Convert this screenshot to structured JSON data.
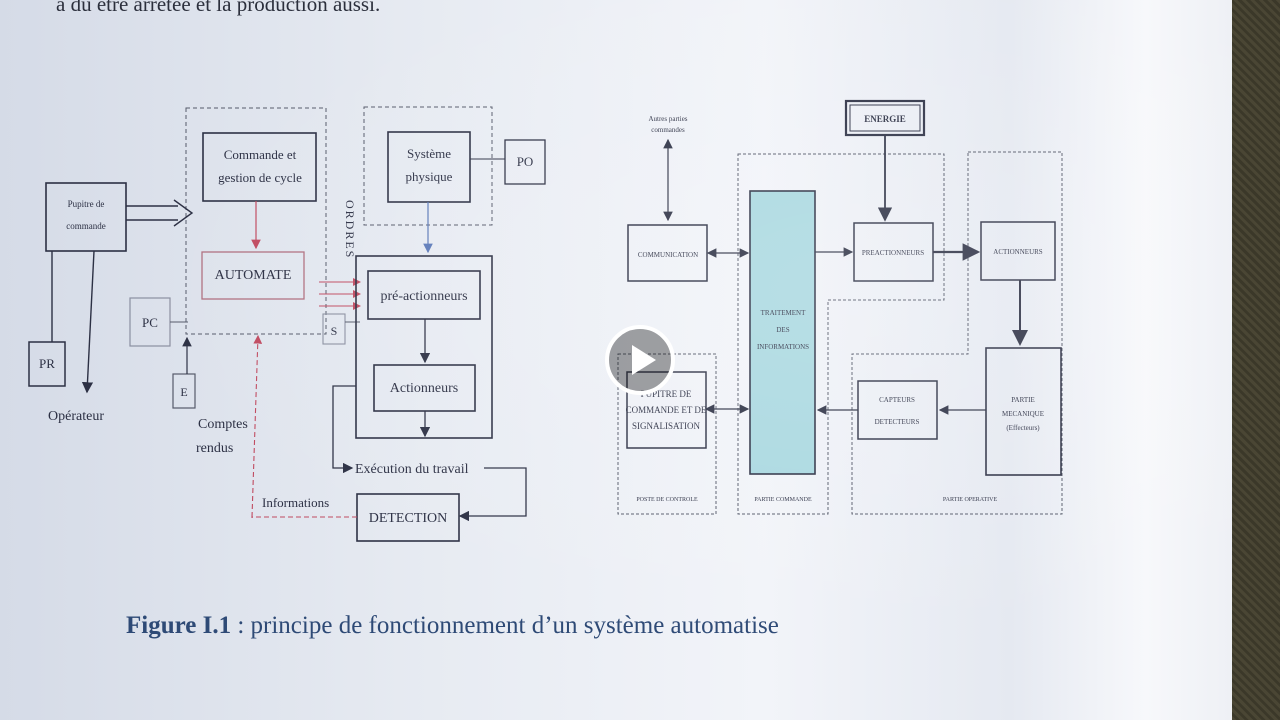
{
  "top_text": "a dû être arrêtée et la production aussi.",
  "left": {
    "pupitre": [
      "Pupitre de",
      "commande"
    ],
    "pr": "PR",
    "operateur": "Opérateur",
    "pc": "PC",
    "e": "E",
    "commande": [
      "Commande et",
      "gestion de cycle"
    ],
    "automate": "AUTOMATE",
    "ordres": "ORDRES",
    "s": "S",
    "systeme": [
      "Système",
      "physique"
    ],
    "po": "PO",
    "preact": "pré-actionneurs",
    "actionneurs": "Actionneurs",
    "comptes": [
      "Comptes",
      "rendus"
    ],
    "execution": "Exécution du travail",
    "informations": "Informations",
    "detection": "DETECTION"
  },
  "right": {
    "autres": [
      "Autres parties",
      "commandes"
    ],
    "energie": "ENERGIE",
    "communication": "COMMUNICATION",
    "traitement": [
      "TRAITEMENT",
      "DES",
      "INFORMATIONS"
    ],
    "preactionneurs": "PREACTIONNEURS",
    "actionneurs": "ACTIONNEURS",
    "pupitre": [
      "PUPITRE DE",
      "COMMANDE ET DE",
      "SIGNALISATION"
    ],
    "capteurs": [
      "CAPTEURS",
      "DETECTEURS"
    ],
    "partie_meca": [
      "PARTIE",
      "MECANIQUE",
      "(Effecteurs)"
    ],
    "poste": "POSTE DE CONTROLE",
    "partie_commande": "PARTIE COMMANDE",
    "partie_operative": "PARTIE OPERATIVE"
  },
  "caption": {
    "label": "Figure I.1",
    "text": " : principe de fonctionnement d’un système automatise"
  },
  "colors": {
    "ink": "#2c3044",
    "red": "#c04a60",
    "blue": "#5a78b8",
    "teal": "#a9d8e0",
    "caption": "#2e4a76"
  },
  "player": {
    "icon": "play-icon"
  }
}
